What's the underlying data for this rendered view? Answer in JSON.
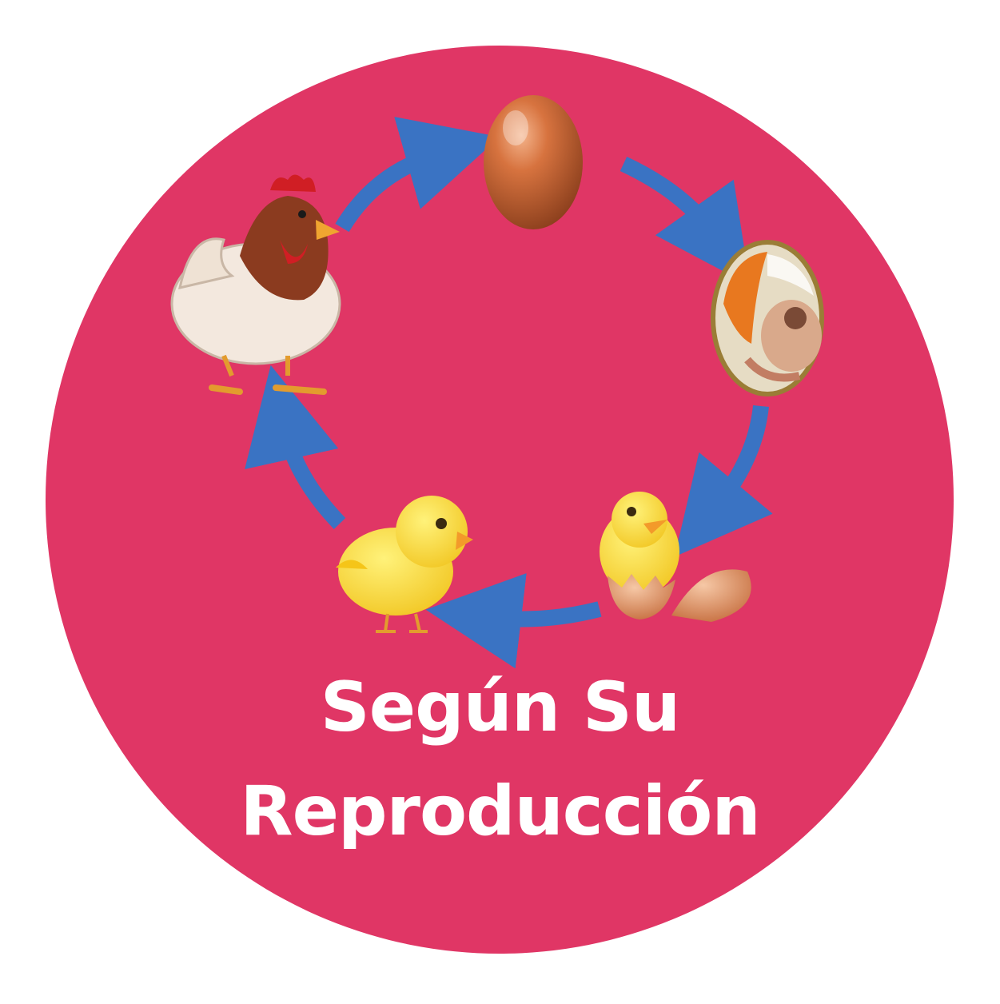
{
  "diagram": {
    "title_line1": "Según Su",
    "title_line2": "Reproducción",
    "stages": [
      {
        "name": "egg",
        "icon": "egg-icon"
      },
      {
        "name": "embryo",
        "icon": "embryo-in-egg-icon"
      },
      {
        "name": "hatching-chick",
        "icon": "hatching-chick-icon"
      },
      {
        "name": "chick",
        "icon": "chick-icon"
      },
      {
        "name": "hen",
        "icon": "hen-icon"
      }
    ],
    "colors": {
      "circle": "#e03665",
      "arrow": "#3a73c3",
      "title": "#ffffff"
    }
  }
}
